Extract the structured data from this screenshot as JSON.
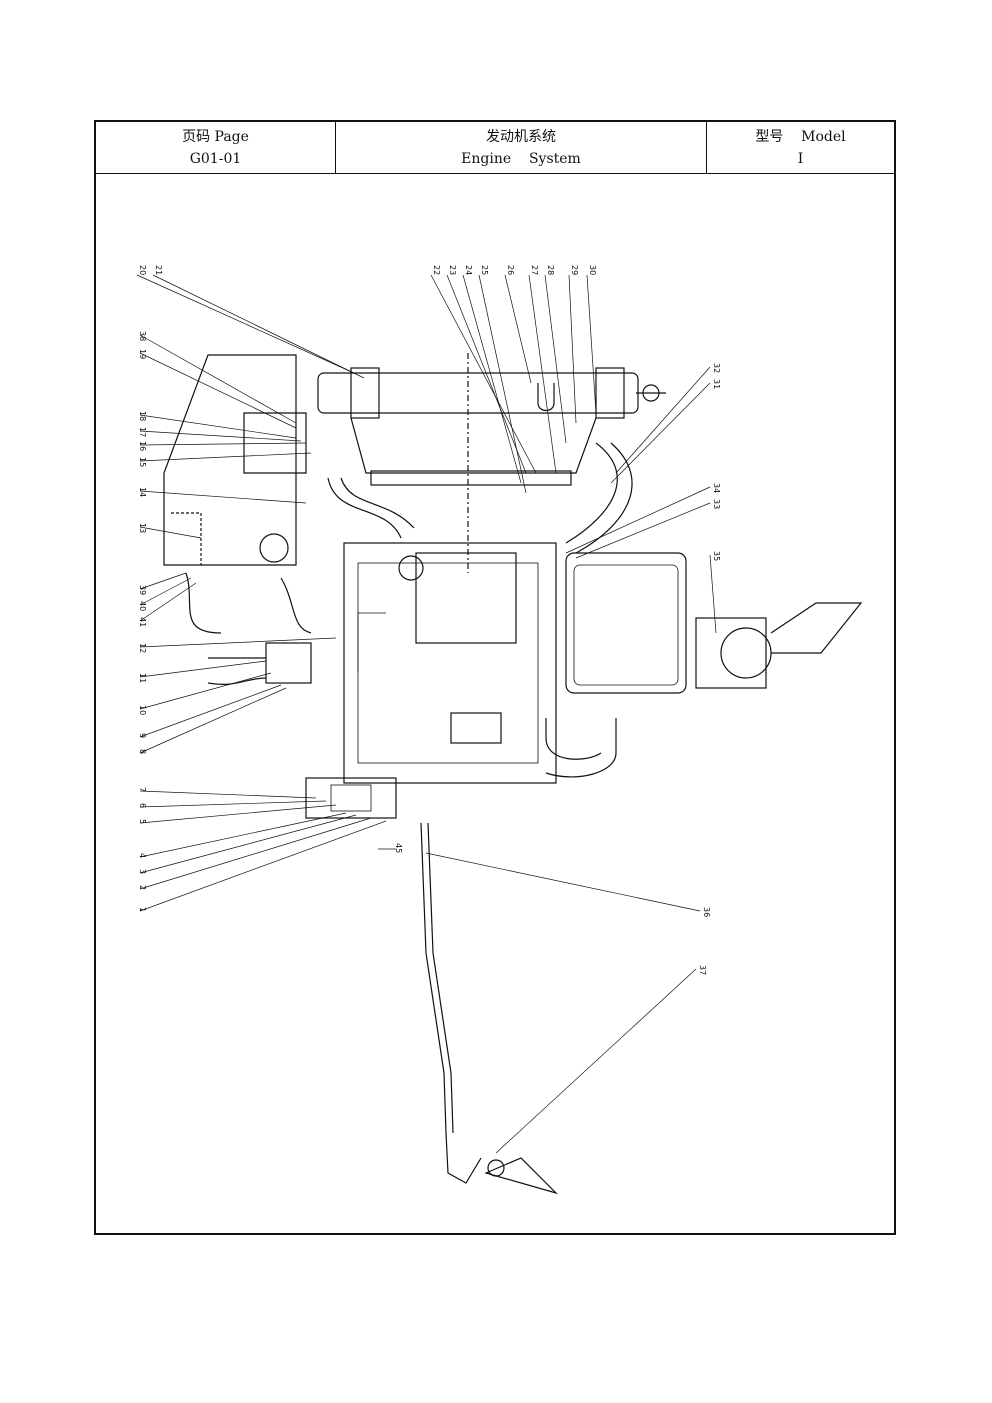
{
  "header": {
    "page_label": "页码 Page",
    "page_code": "G01-01",
    "title_cn": "发动机系统",
    "title_en": "Engine    System",
    "model_label": "型号    Model",
    "model_value": "I"
  },
  "drawing": {
    "callouts_top": [
      "20",
      "21",
      "22",
      "23",
      "24",
      "25",
      "26",
      "27",
      "28",
      "29",
      "30"
    ],
    "callouts_left": [
      "38",
      "19",
      "18",
      "17",
      "16",
      "15",
      "14",
      "13",
      "39",
      "40",
      "41",
      "12",
      "11",
      "10",
      "9",
      "8",
      "7",
      "6",
      "5",
      "4",
      "3",
      "2",
      "1"
    ],
    "callouts_right": [
      "32",
      "31",
      "34",
      "33",
      "35",
      "36",
      "37"
    ],
    "dimension_label": "45"
  }
}
